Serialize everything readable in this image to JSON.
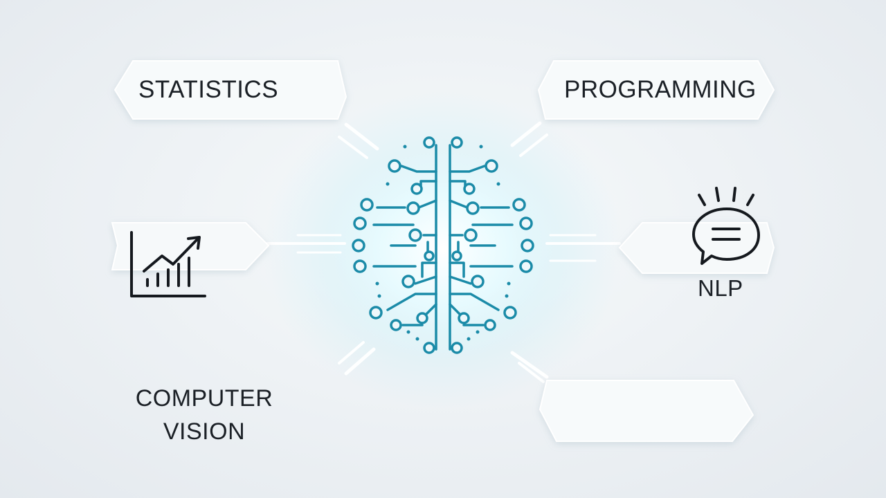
{
  "nodes": {
    "statistics": {
      "label": "STATISTICS",
      "icon": "line-chart-icon"
    },
    "programming": {
      "label": "PROGRAMMING"
    },
    "nlp": {
      "label": "NLP",
      "icon": "speech-bubble-icon"
    },
    "computer_vision": {
      "label": "COMPUTER VISION"
    },
    "empty_panel": {
      "label": ""
    }
  },
  "center": {
    "icon": "circuit-brain-icon"
  },
  "colors": {
    "background": "#eef2f5",
    "panel": "#f6f9fa",
    "accent": "#1e8fa9",
    "accent_glow": "#7fdcec",
    "ink": "#1b2026"
  }
}
